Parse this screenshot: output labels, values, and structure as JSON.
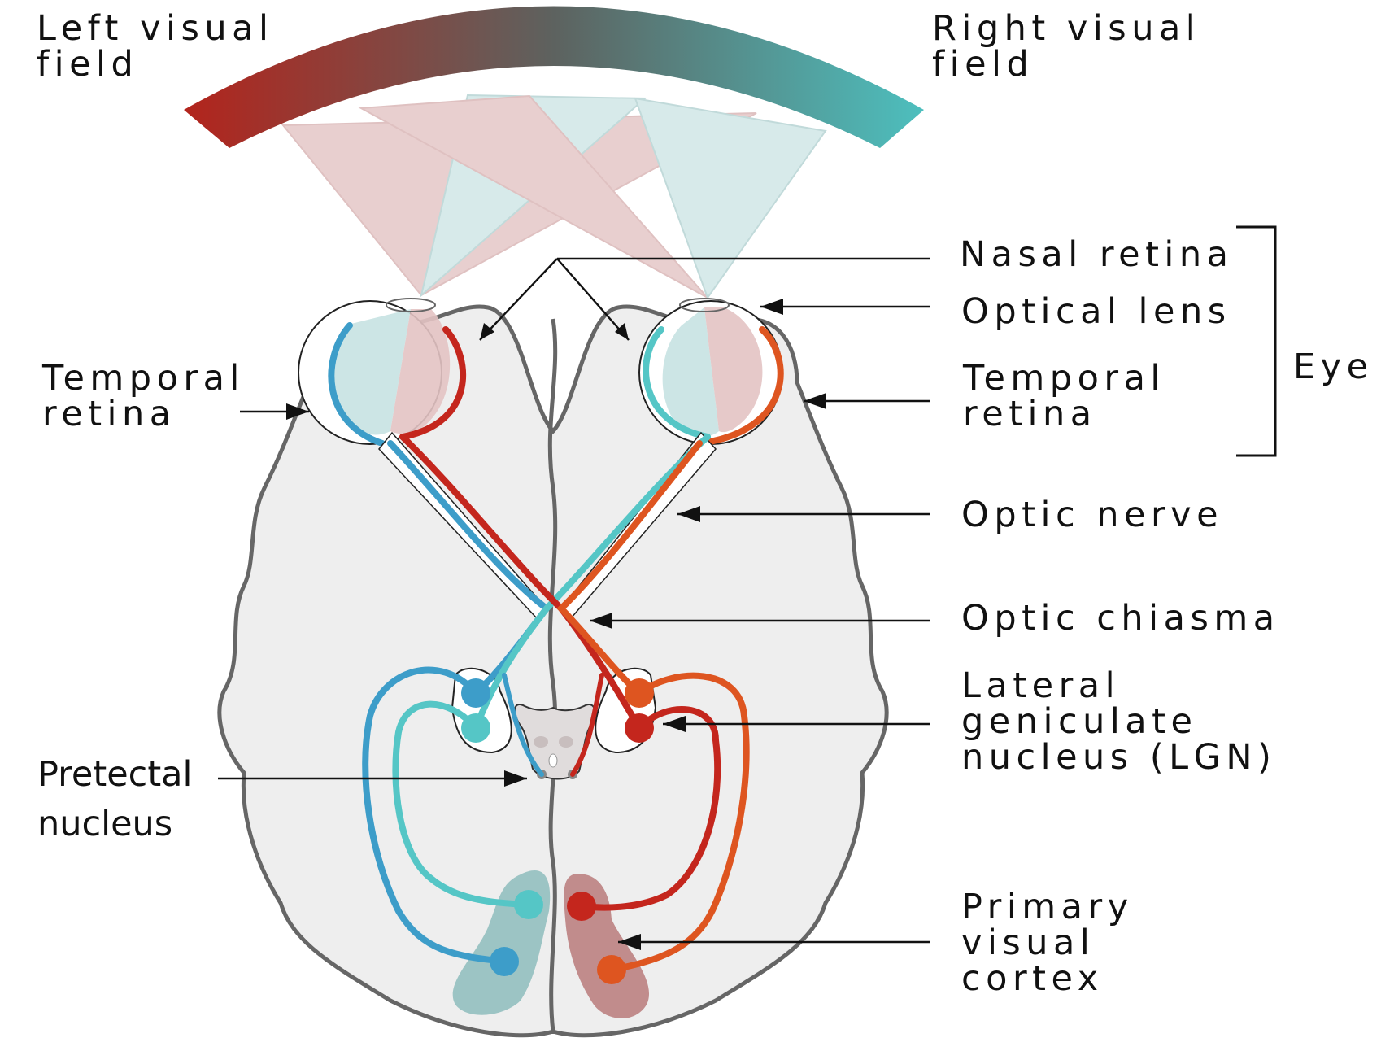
{
  "labels": {
    "left_visual_field": [
      "Left visual",
      "field"
    ],
    "right_visual_field": [
      "Right visual",
      "field"
    ],
    "nasal_retina": [
      "Nasal retina"
    ],
    "optical_lens": [
      "Optical lens"
    ],
    "temporal_retina_right": [
      "Temporal",
      "retina"
    ],
    "temporal_retina_left": [
      "Temporal",
      "retina"
    ],
    "eye": [
      "Eye"
    ],
    "optic_nerve": [
      "Optic nerve"
    ],
    "optic_chiasma": [
      "Optic chiasma"
    ],
    "lgn": [
      "Lateral",
      "geniculate",
      "nucleus (LGN)"
    ],
    "pretectal_nucleus": [
      "Pretectal",
      "nucleus"
    ],
    "primary_visual_cortex": [
      "Primary",
      "visual",
      "cortex"
    ]
  },
  "colors": {
    "left_field_red": "#b3241c",
    "right_field_teal": "#4dbfbe",
    "blue_pathway": "#3d9dc9",
    "cyan_pathway": "#55c6c6",
    "red_pathway": "#c4261d",
    "orange_pathway": "#de5520",
    "brain_fill": "#eeeeee",
    "brain_outline": "#666666",
    "cortex_left": "#8dbcbc",
    "cortex_right": "#b97a7a"
  }
}
